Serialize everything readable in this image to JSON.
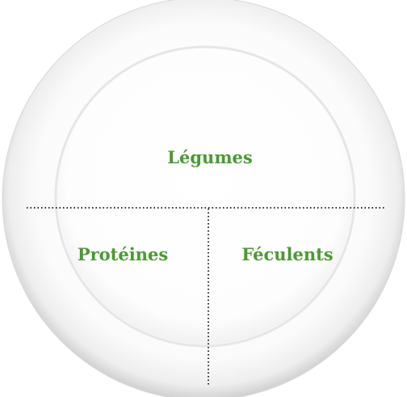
{
  "plate": {
    "sections": [
      {
        "id": "top",
        "label": "Légumes"
      },
      {
        "id": "bottom-left",
        "label": "Protéines"
      },
      {
        "id": "bottom-right",
        "label": "Féculents"
      }
    ]
  },
  "colors": {
    "label": "#4a9a32",
    "divider": "#2a2a2a",
    "plate_rim": "#f4f4f4",
    "plate_well": "#fdfdfd",
    "plate_shadow": "#c9c9c9"
  }
}
